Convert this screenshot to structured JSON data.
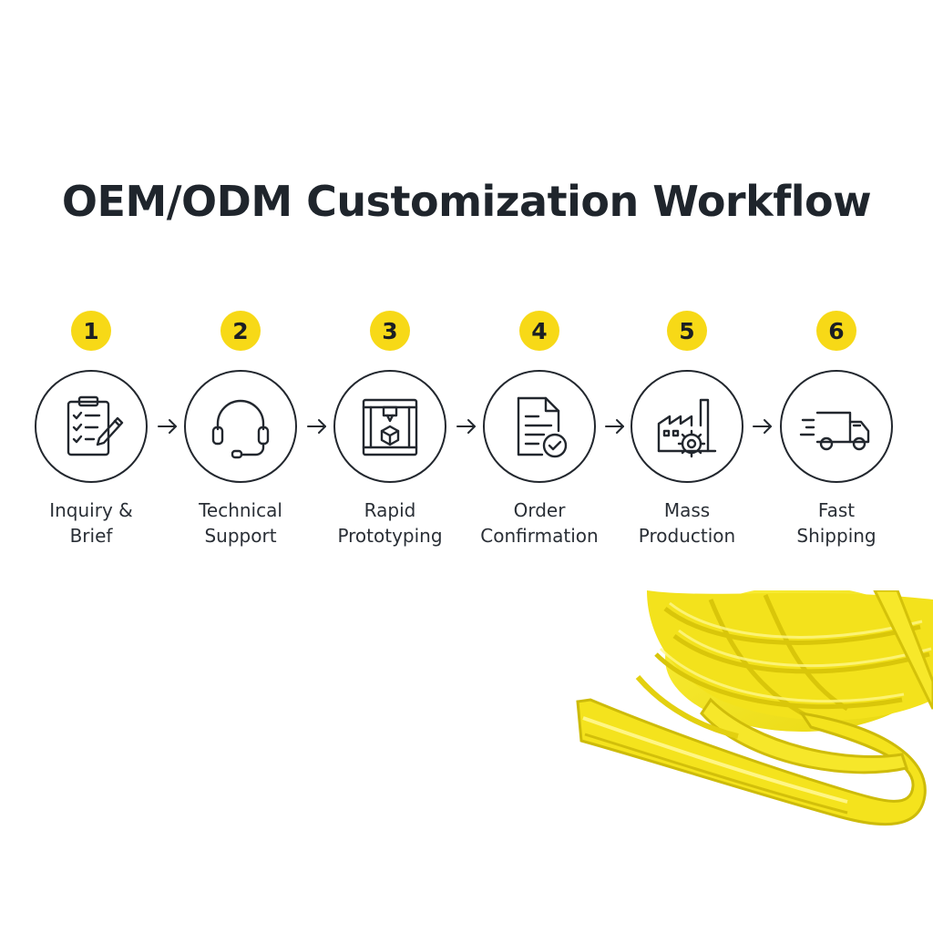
{
  "title": "OEM/ODM Customization Workflow",
  "steps": [
    {
      "number": "1",
      "label_line1": "Inquiry &",
      "label_line2": "Brief",
      "icon": "clipboard-checklist-pencil-icon"
    },
    {
      "number": "2",
      "label_line1": "Technical",
      "label_line2": "Support",
      "icon": "headset-icon"
    },
    {
      "number": "3",
      "label_line1": "Rapid",
      "label_line2": "Prototyping",
      "icon": "3d-printer-icon"
    },
    {
      "number": "4",
      "label_line1": "Order",
      "label_line2": "Confirmation",
      "icon": "document-check-icon"
    },
    {
      "number": "5",
      "label_line1": "Mass",
      "label_line2": "Production",
      "icon": "factory-gear-icon"
    },
    {
      "number": "6",
      "label_line1": "Fast",
      "label_line2": "Shipping",
      "icon": "delivery-truck-icon"
    }
  ],
  "colors": {
    "accent": "#f7d917",
    "text": "#1f252c",
    "product_yellow": "#f2e21a"
  }
}
